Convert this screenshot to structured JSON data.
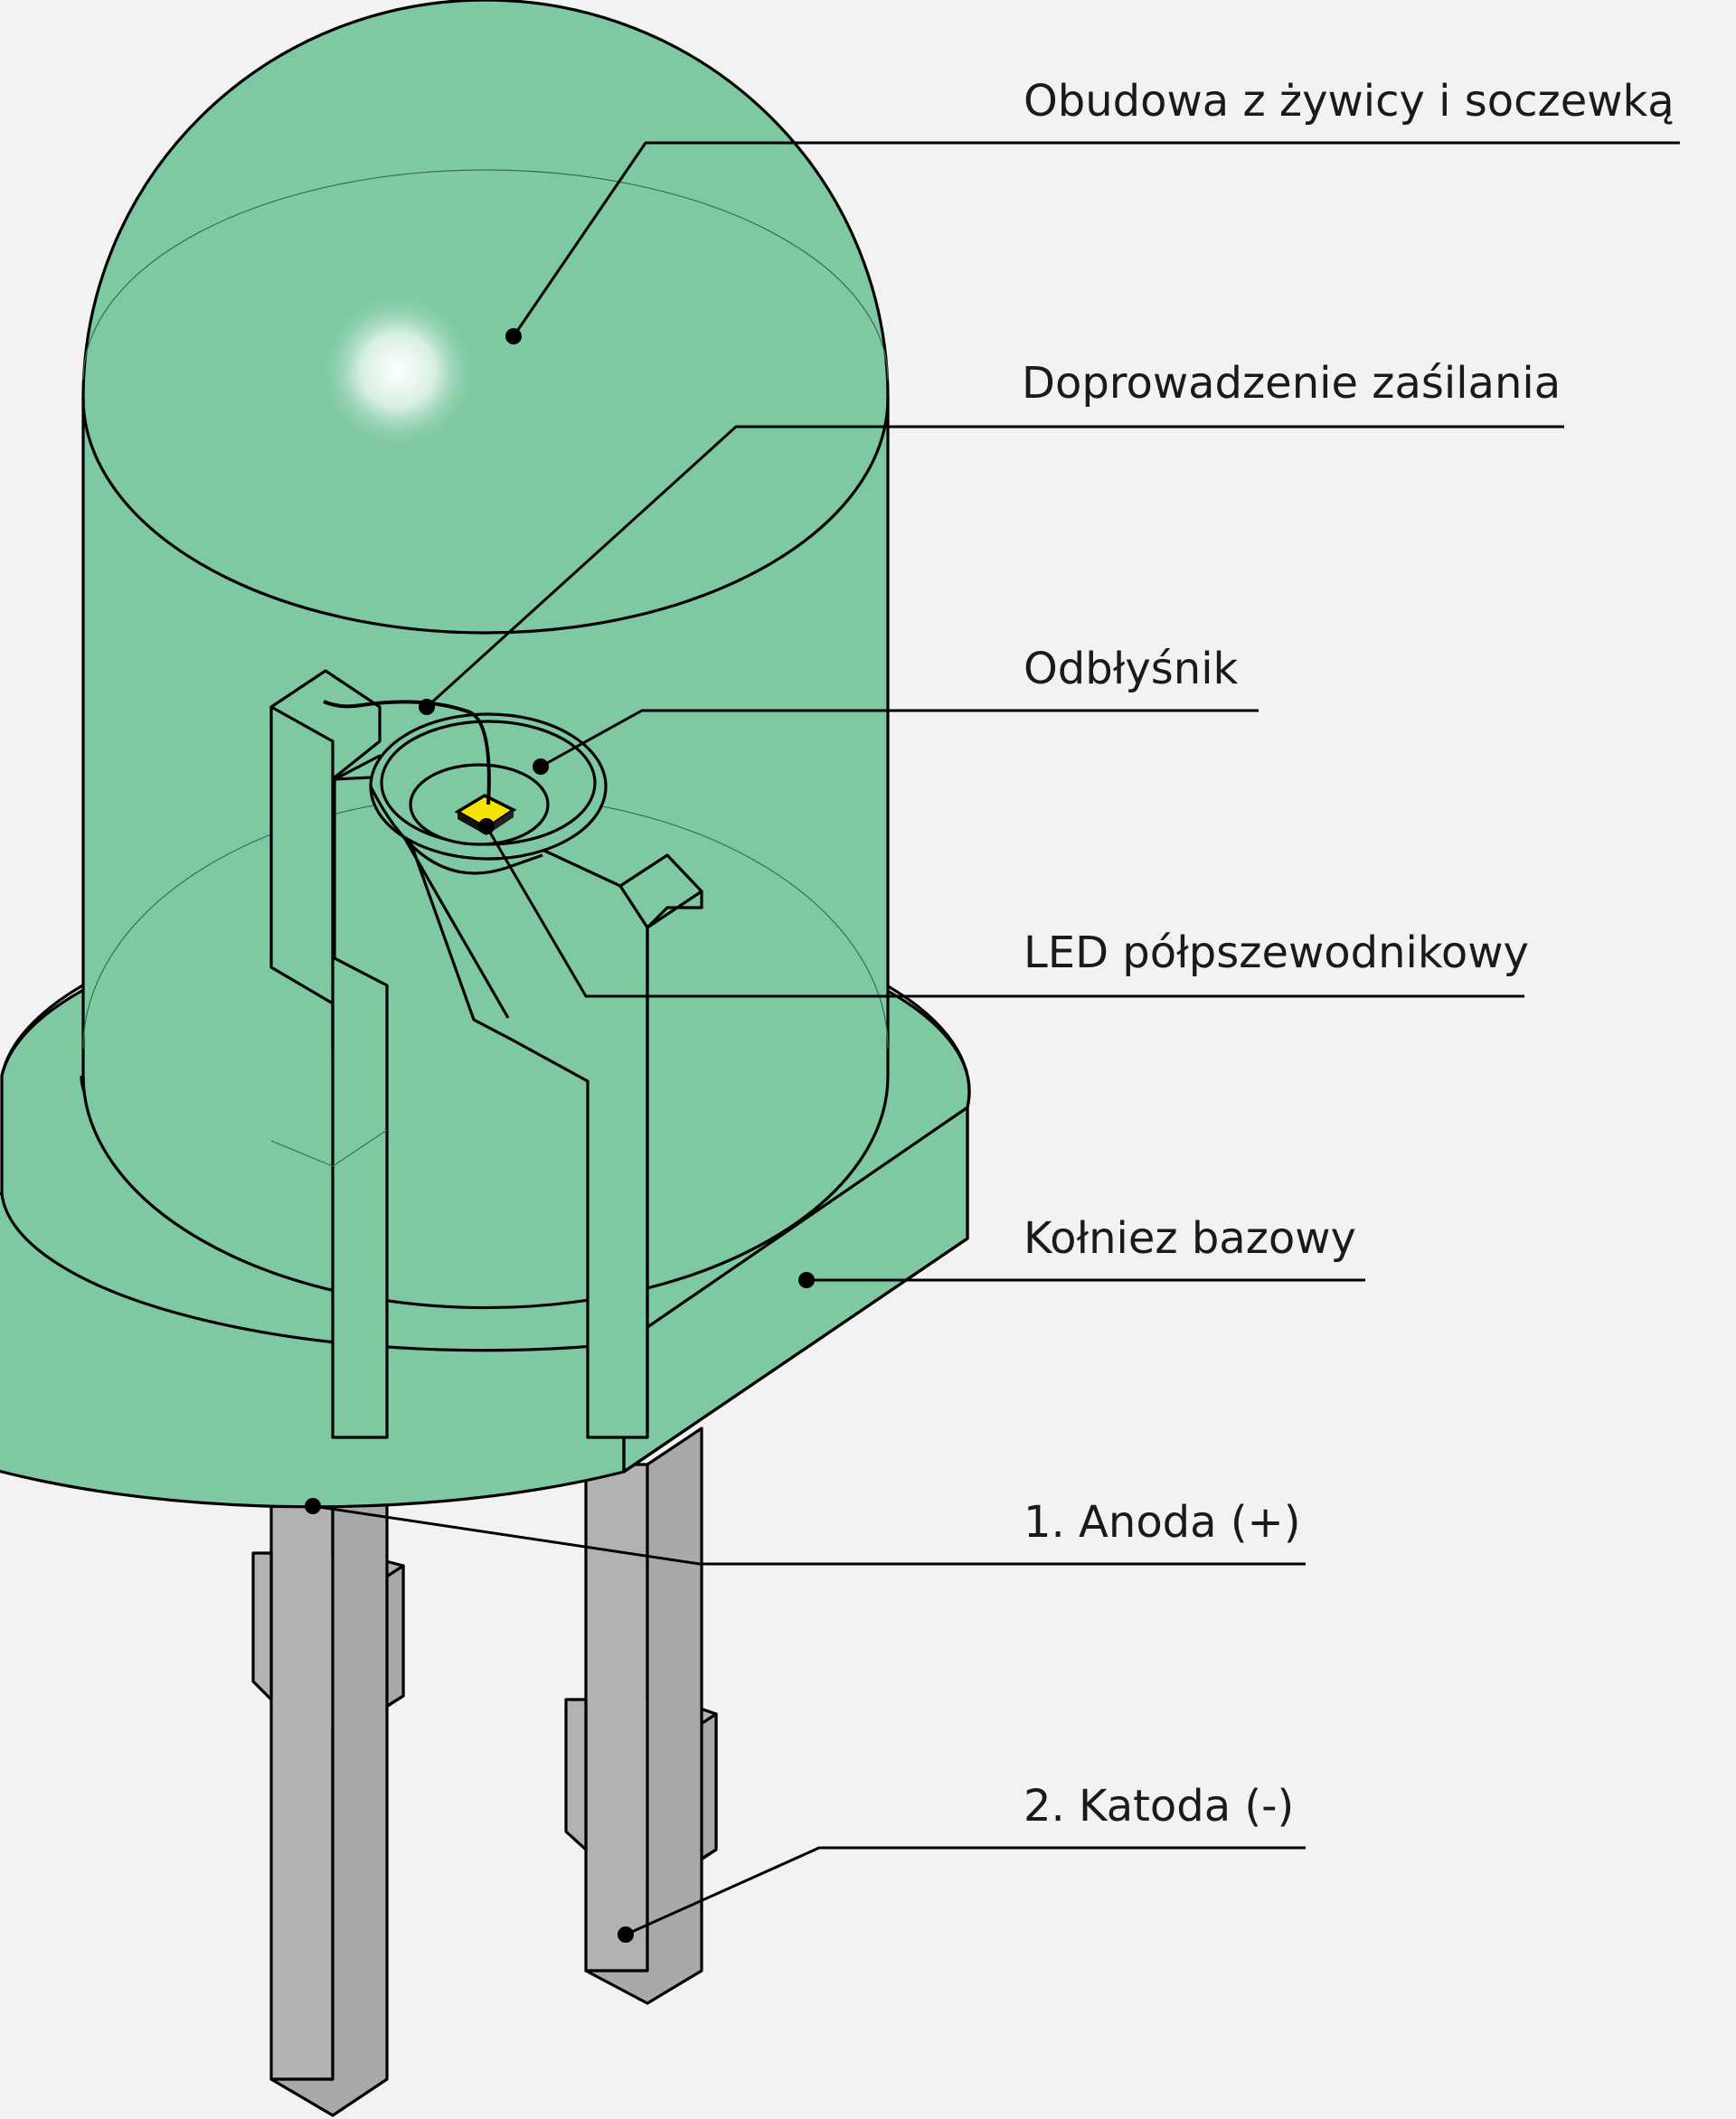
{
  "labels": {
    "housing": "Obudowa z żywicy i soczewką",
    "power_lead": "Doprowadzenie zaśilania",
    "reflector": "Odbłyśnik",
    "led_chip": "LED półpszewodnikowy",
    "base_flange": "Kołniez bazowy",
    "anode": "1. Anoda (+)",
    "cathode": "2. Katoda (-)"
  },
  "colors": {
    "resin": "#7ec8a2",
    "pin": "#b2b2b2",
    "chip": "#f5e400",
    "outline": "#000000",
    "background": "#f2f2f2"
  }
}
